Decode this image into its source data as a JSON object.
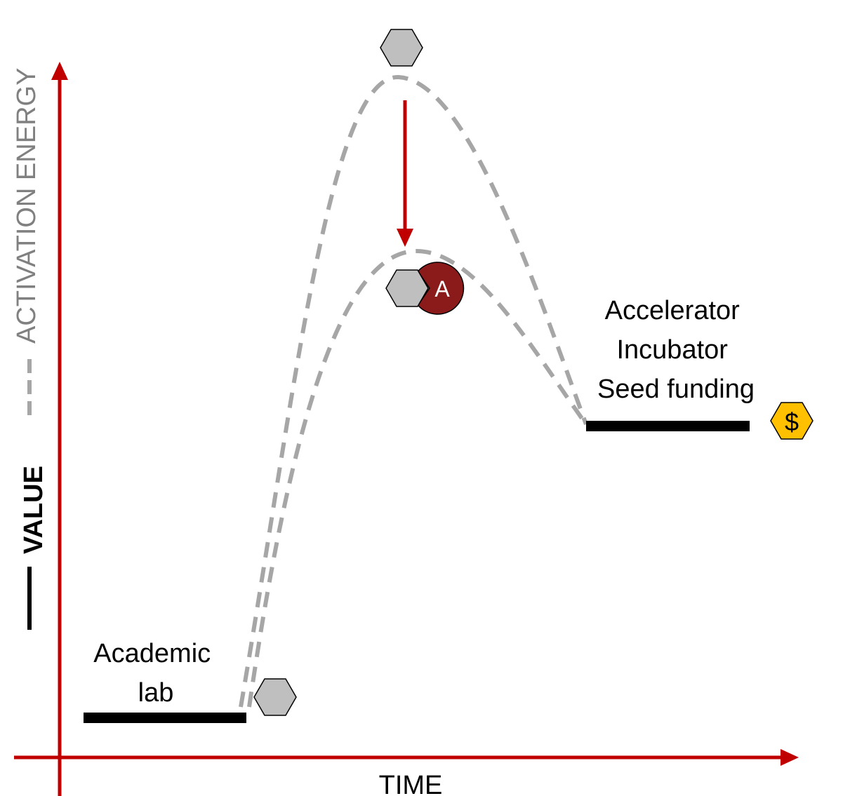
{
  "axes": {
    "x_title": "TIME",
    "y_title_energy": "ACTIVATION ENERGY",
    "y_title_value": "VALUE"
  },
  "stages": {
    "start": {
      "lines": [
        "Academic",
        "lab"
      ]
    },
    "end": {
      "lines": [
        "Accelerator",
        "Incubator",
        "Seed funding"
      ]
    }
  },
  "symbols": {
    "catalyst_letter": "A",
    "funding_symbol": "$"
  },
  "icons": {
    "molecule": "hexagon-icon",
    "catalyst": "catalyst-pacman-icon",
    "funding": "dollar-hexagon-icon",
    "arrow": "arrow-down-icon"
  },
  "colors": {
    "axis": "#c00000",
    "curve": "#a6a6a6",
    "value_bar": "#000000",
    "hexagon_fill": "#bfbfbf",
    "catalyst_fill": "#8b1a1a",
    "funding_fill": "#ffc000",
    "energy_title": "#808080"
  }
}
